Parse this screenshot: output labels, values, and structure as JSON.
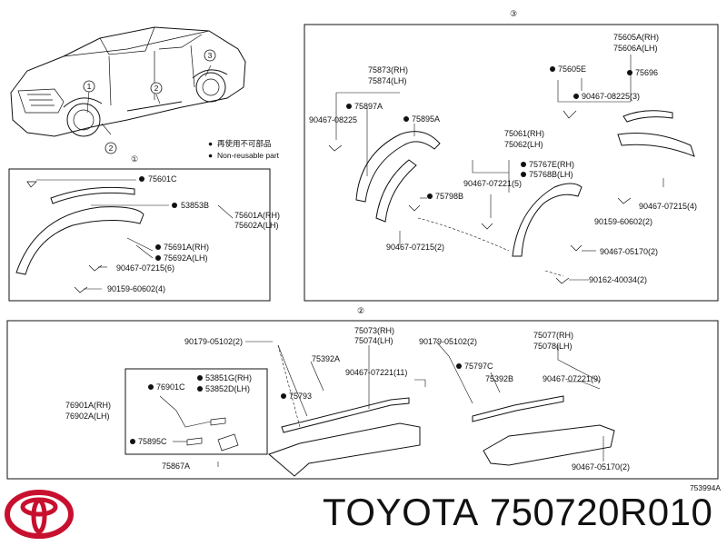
{
  "legend": {
    "marker": "●",
    "non_reusable_jp": "再使用不可部品",
    "non_reusable_en": "Non-reusable part"
  },
  "callouts": {
    "one": "1",
    "two": "2",
    "three": "3"
  },
  "circled": {
    "one": "①",
    "two": "②",
    "three": "③"
  },
  "section1": {
    "part_75601C": "75601C",
    "part_53853B": "53853B",
    "part_75601A": "75601A(RH)",
    "part_75602A": "75602A(LH)",
    "part_75691A": "75691A(RH)",
    "part_75692A": "75692A(LH)",
    "part_90467_07215": "90467-07215(6)",
    "part_90159_60602": "90159-60602(4)"
  },
  "section3": {
    "part_75873": "75873(RH)",
    "part_75874": "75874(LH)",
    "part_75897A": "75897A",
    "part_90467_08225": "90467-08225",
    "part_75895A": "75895A",
    "part_75605A": "75605A(RH)",
    "part_75606A": "75606A(LH)",
    "part_75605E": "75605E",
    "part_75696": "75696",
    "part_90467_08225_3": "90467-08225(3)",
    "part_75061": "75061(RH)",
    "part_75062": "75062(LH)",
    "part_75767E": "75767E(RH)",
    "part_75768B": "75768B(LH)",
    "part_90467_07221_5": "90467-07221(5)",
    "part_75798B": "75798B",
    "part_90467_07215_4": "90467-07215(4)",
    "part_90159_60602_2": "90159-60602(2)",
    "part_90467_07215_2": "90467-07215(2)",
    "part_90467_05170_2": "90467-05170(2)",
    "part_90162_40034_2": "90162-40034(2)"
  },
  "section2": {
    "part_90179_05102_a": "90179-05102(2)",
    "part_75073": "75073(RH)",
    "part_75074": "75074(LH)",
    "part_75392A": "75392A",
    "part_90467_07221_11": "90467-07221(11)",
    "part_75793": "75793",
    "part_53851G": "53851G(RH)",
    "part_53852D": "53852D(LH)",
    "part_76901C": "76901C",
    "part_76901A": "76901A(RH)",
    "part_76902A": "76902A(LH)",
    "part_75895C": "75895C",
    "part_75867A": "75867A",
    "part_90179_05102_b": "90179-05102(2)",
    "part_75077": "75077(RH)",
    "part_75078": "75078(LH)",
    "part_75797C": "75797C",
    "part_75392B": "75392B",
    "part_90467_07221_9": "90467-07221(9)",
    "part_90467_05170_2b": "90467-05170(2)"
  },
  "diagram_code": "753994A",
  "brand": {
    "name": "TOYOTA",
    "part_number": "750720R010"
  }
}
